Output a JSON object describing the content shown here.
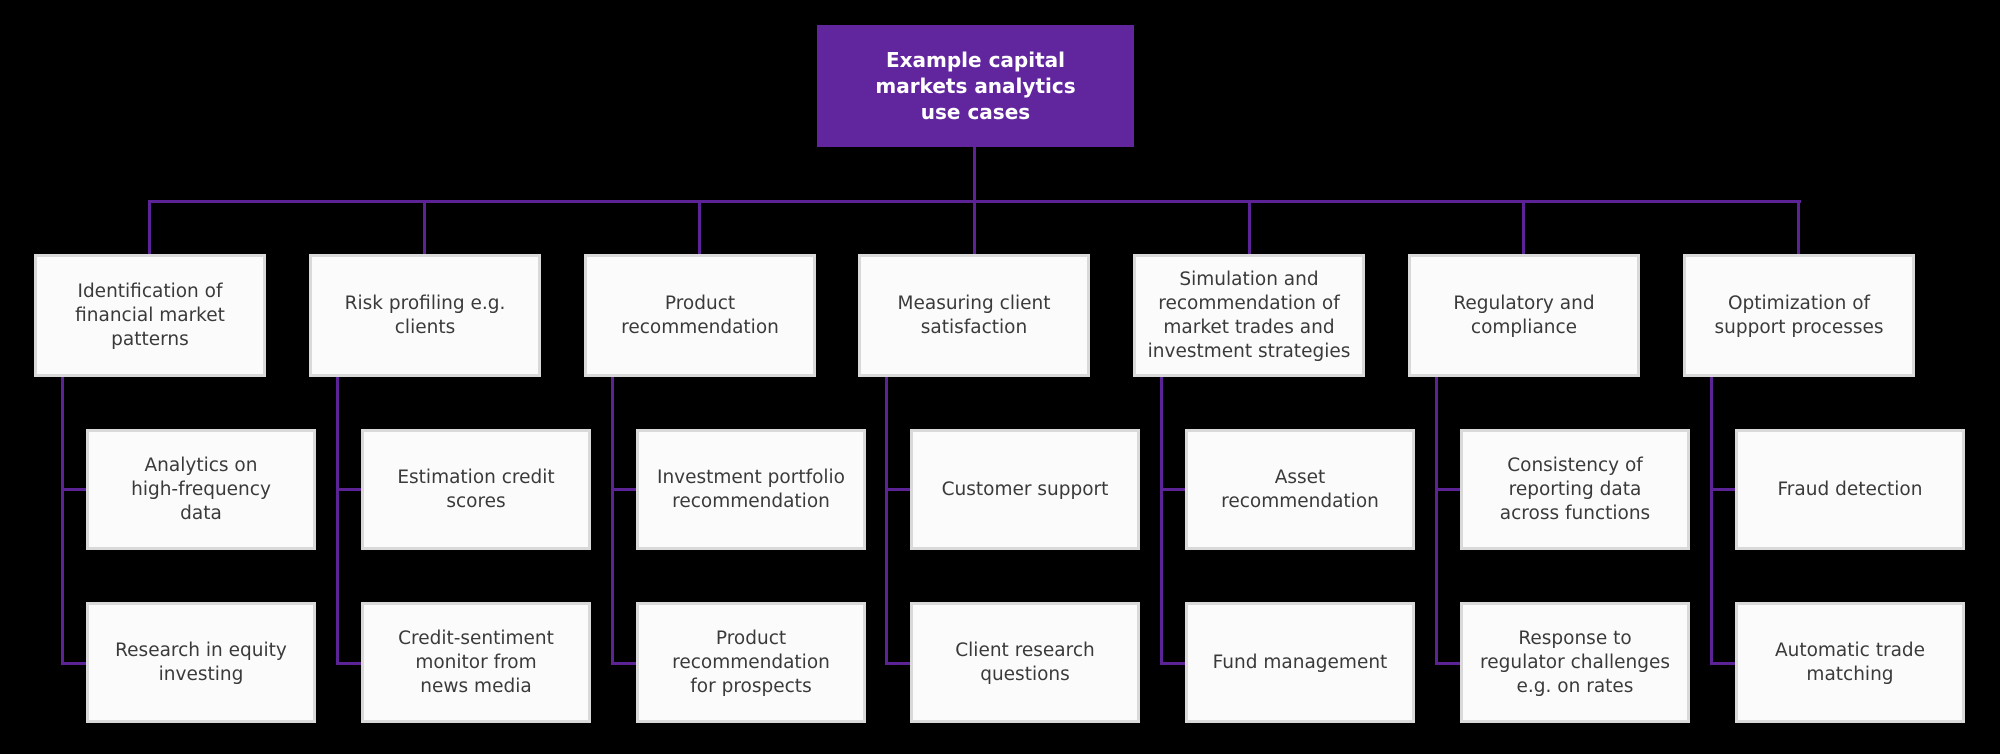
{
  "diagram": {
    "root_label": "Example capital\nmarkets analytics\nuse cases",
    "colors": {
      "background": "#000000",
      "root_fill": "#61259E",
      "root_text": "#FFFFFF",
      "connector": "#5B2396",
      "box_fill": "#FBFBFB",
      "box_border": "#D9D9D9",
      "box_text": "#3A3A3A"
    },
    "columns": [
      {
        "header": "Identification of\nfinancial market\npatterns",
        "children": [
          "Analytics on\nhigh-frequency\ndata",
          "Research in equity\ninvesting"
        ]
      },
      {
        "header": "Risk profiling e.g.\nclients",
        "children": [
          "Estimation credit\nscores",
          "Credit-sentiment\nmonitor from\nnews media"
        ]
      },
      {
        "header": "Product\nrecommendation",
        "children": [
          "Investment portfolio\nrecommendation",
          "Product\nrecommendation\nfor prospects"
        ]
      },
      {
        "header": "Measuring client\nsatisfaction",
        "children": [
          "Customer support",
          "Client research\nquestions"
        ]
      },
      {
        "header": "Simulation and\nrecommendation of\nmarket trades and\ninvestment strategies",
        "children": [
          "Asset\nrecommendation",
          "Fund management"
        ]
      },
      {
        "header": "Regulatory and\ncompliance",
        "children": [
          "Consistency of\nreporting data\nacross functions",
          "Response to\nregulator challenges\ne.g. on rates"
        ]
      },
      {
        "header": "Optimization of\nsupport processes",
        "children": [
          "Fraud detection",
          "Automatic trade\nmatching"
        ]
      }
    ]
  }
}
